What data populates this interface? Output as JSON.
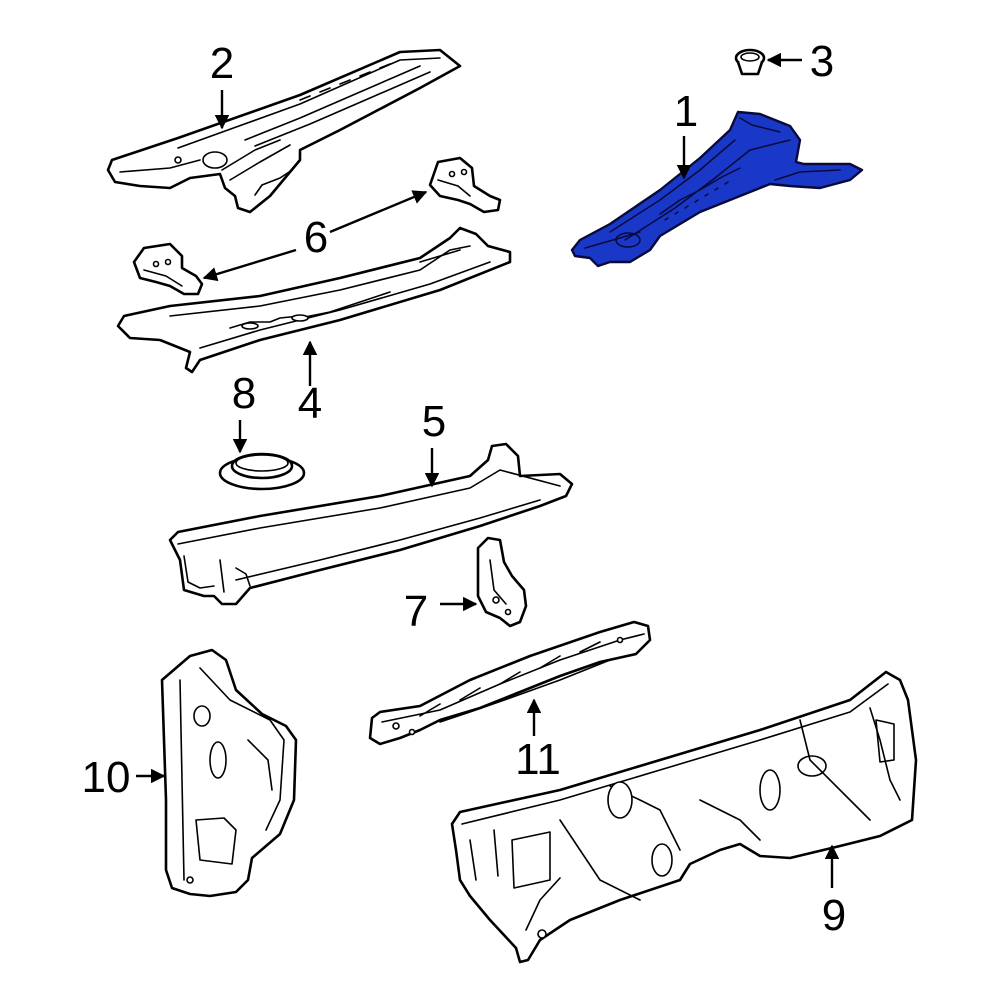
{
  "diagram": {
    "highlight_color": "#1a38c7",
    "highlighted_part": "1",
    "callouts": {
      "c1": "1",
      "c2": "2",
      "c3": "3",
      "c4": "4",
      "c5": "5",
      "c6": "6",
      "c7": "7",
      "c8": "8",
      "c9": "9",
      "c10": "10",
      "c11": "11"
    }
  }
}
